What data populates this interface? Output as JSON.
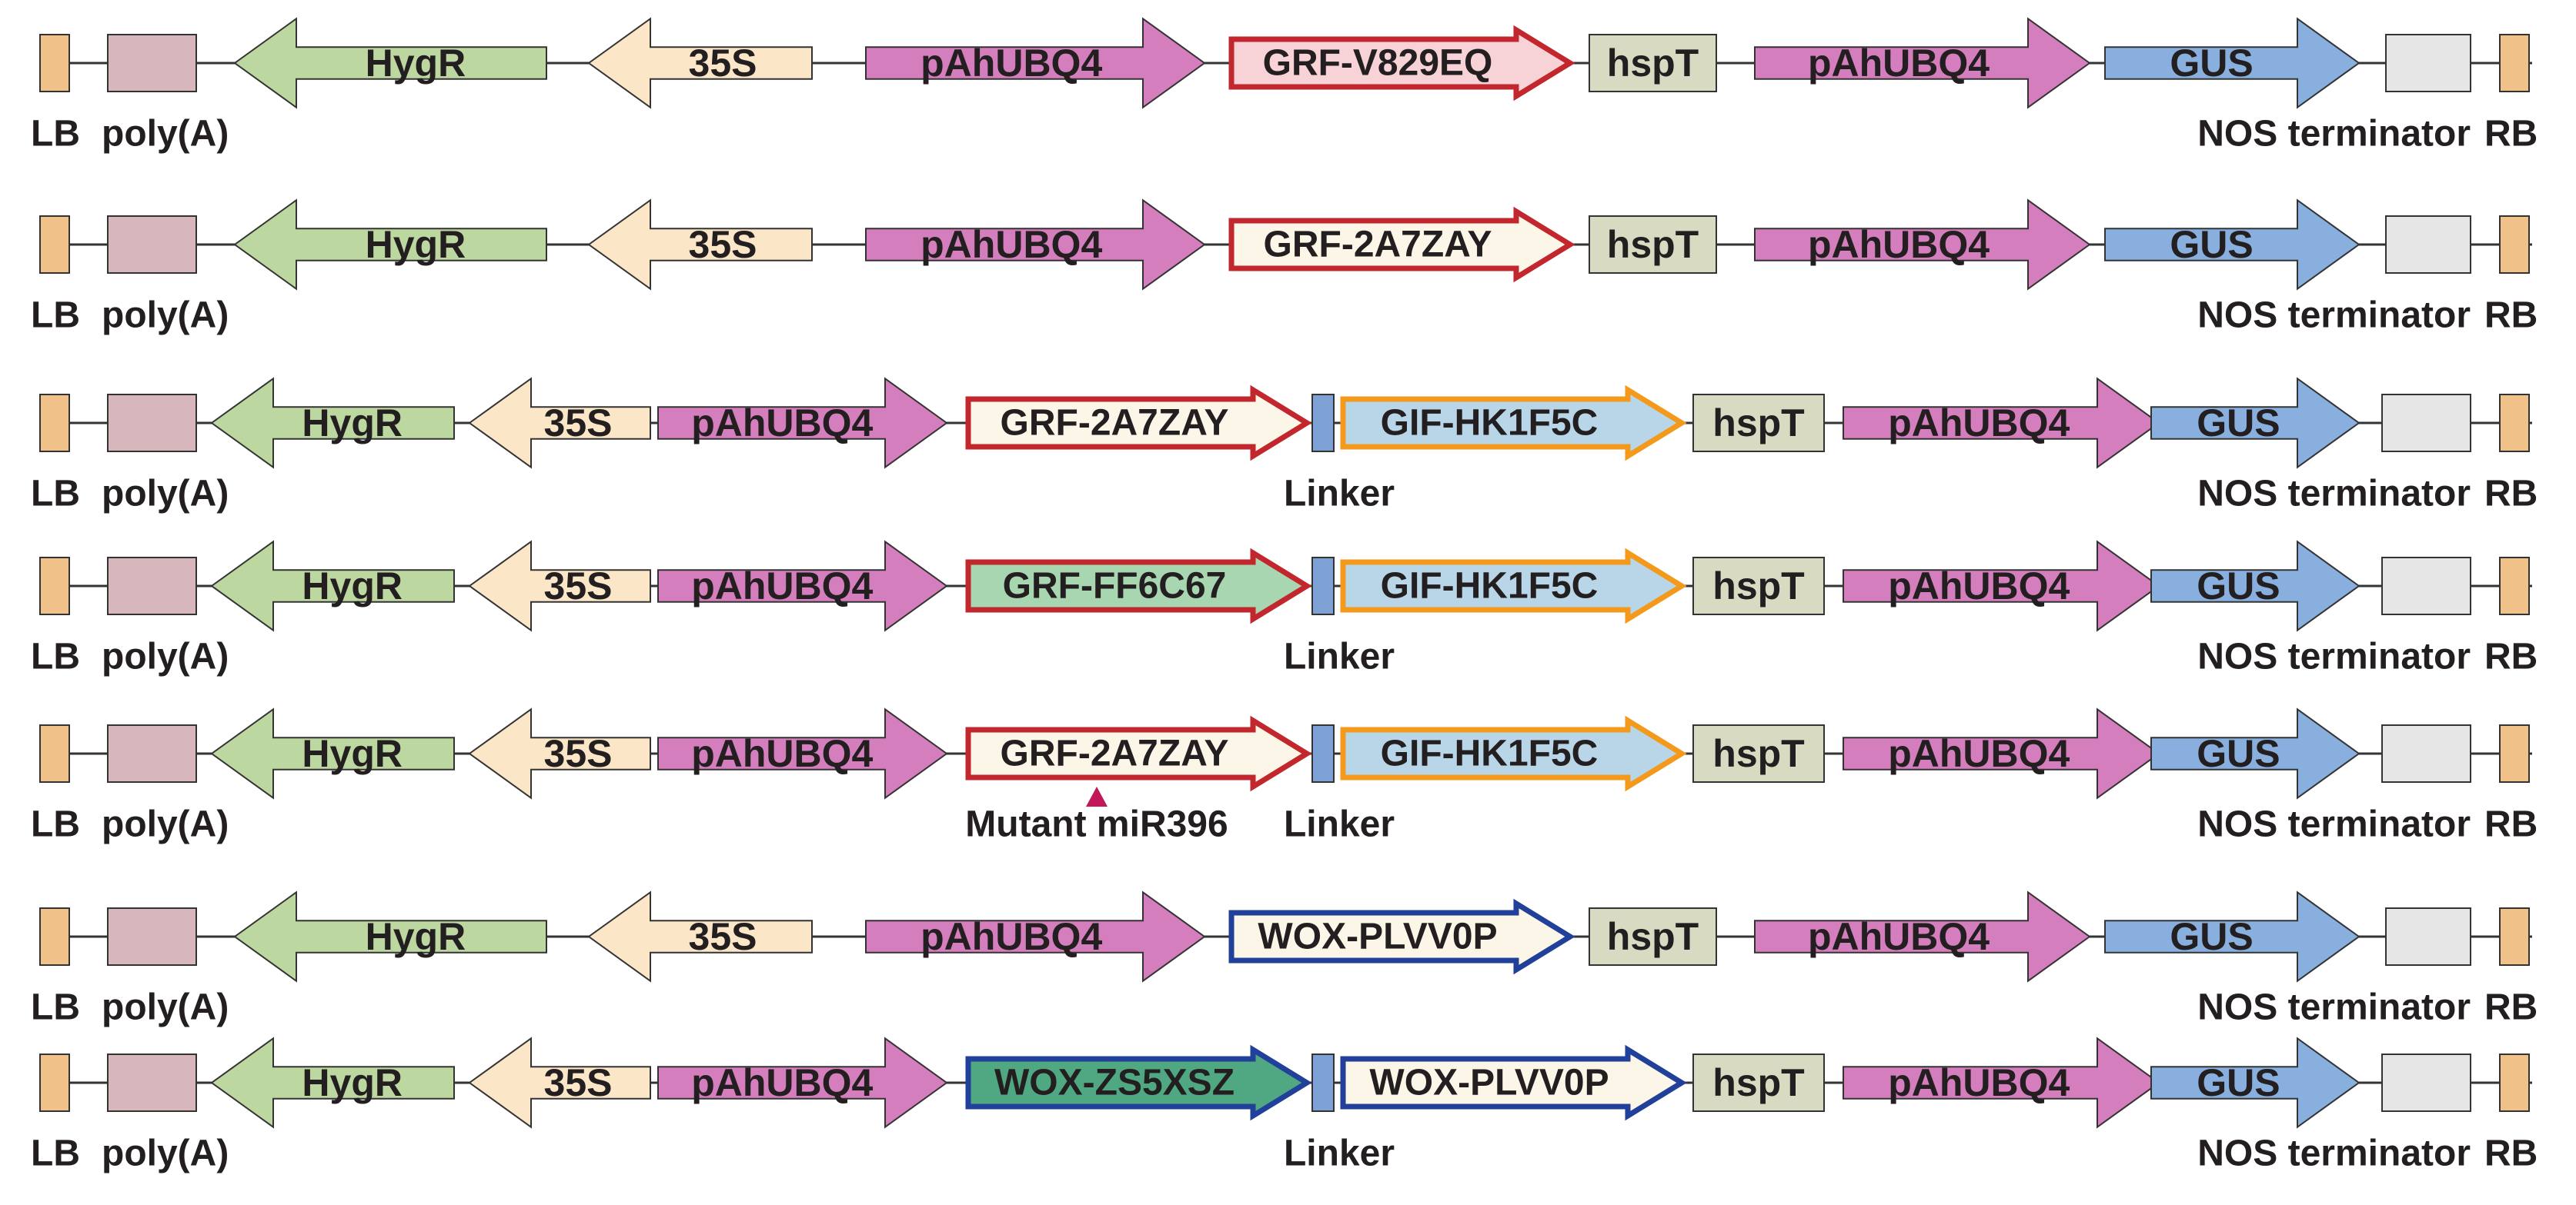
{
  "colors": {
    "border_box": "#c8a06a",
    "lb_rb_fill": "#f0c28a",
    "polya_fill": "#d8b7bc",
    "hygr_fill": "#bcd7a0",
    "p35s_fill": "#fbe6c8",
    "pubq_fill": "#d57ebd",
    "hspt_fill": "#d8dbc2",
    "gus_fill": "#88afdd",
    "nos_fill": "#e6e6e6",
    "linker_fill": "#7ea2d6",
    "cream_fill": "#fbf6e8",
    "grf_green_fill": "#a7d6b1",
    "gif_fill": "#b8d6e8",
    "wox_teal_fill": "#4fa882",
    "red_outline": "#c1272d",
    "orange_outline": "#f39a1d",
    "blue_outline": "#20409a",
    "pink_outline": "#f2a7b4",
    "mutation_marker": "#c2185b"
  },
  "constructs": [
    {
      "id": "c1",
      "hygr": "HygR",
      "p35s": "35S",
      "promoter1": "pAhUBQ4",
      "genes": [
        {
          "label": "GRF-V829EQ",
          "fill_key": "grf_pink_fill",
          "outline_key": "red_outline"
        }
      ],
      "linker": "",
      "mutation_label": "",
      "hspt": "hspT",
      "promoter2": "pAhUBQ4",
      "gus": "GUS",
      "lb": "LB",
      "polya": "poly(A)",
      "nos": "NOS terminator",
      "rb": "RB"
    },
    {
      "id": "c2",
      "hygr": "HygR",
      "p35s": "35S",
      "promoter1": "pAhUBQ4",
      "genes": [
        {
          "label": "GRF-2A7ZAY",
          "fill_key": "cream_fill",
          "outline_key": "red_outline"
        }
      ],
      "linker": "",
      "mutation_label": "",
      "hspt": "hspT",
      "promoter2": "pAhUBQ4",
      "gus": "GUS",
      "lb": "LB",
      "polya": "poly(A)",
      "nos": "NOS terminator",
      "rb": "RB"
    },
    {
      "id": "c3",
      "hygr": "HygR",
      "p35s": "35S",
      "promoter1": "pAhUBQ4",
      "genes": [
        {
          "label": "GRF-2A7ZAY",
          "fill_key": "cream_fill",
          "outline_key": "red_outline"
        },
        {
          "label": "GIF-HK1F5C",
          "fill_key": "gif_fill",
          "outline_key": "orange_outline"
        }
      ],
      "linker": "Linker",
      "mutation_label": "",
      "hspt": "hspT",
      "promoter2": "pAhUBQ4",
      "gus": "GUS",
      "lb": "LB",
      "polya": "poly(A)",
      "nos": "NOS terminator",
      "rb": "RB"
    },
    {
      "id": "c4",
      "hygr": "HygR",
      "p35s": "35S",
      "promoter1": "pAhUBQ4",
      "genes": [
        {
          "label": "GRF-FF6C67",
          "fill_key": "grf_green_fill",
          "outline_key": "red_outline"
        },
        {
          "label": "GIF-HK1F5C",
          "fill_key": "gif_fill",
          "outline_key": "orange_outline"
        }
      ],
      "linker": "Linker",
      "mutation_label": "",
      "hspt": "hspT",
      "promoter2": "pAhUBQ4",
      "gus": "GUS",
      "lb": "LB",
      "polya": "poly(A)",
      "nos": "NOS terminator",
      "rb": "RB"
    },
    {
      "id": "c5",
      "hygr": "HygR",
      "p35s": "35S",
      "promoter1": "pAhUBQ4",
      "genes": [
        {
          "label": "GRF-2A7ZAY",
          "fill_key": "cream_fill",
          "outline_key": "red_outline"
        },
        {
          "label": "GIF-HK1F5C",
          "fill_key": "gif_fill",
          "outline_key": "orange_outline"
        }
      ],
      "linker": "Linker",
      "mutation_label": "Mutant miR396",
      "hspt": "hspT",
      "promoter2": "pAhUBQ4",
      "gus": "GUS",
      "lb": "LB",
      "polya": "poly(A)",
      "nos": "NOS terminator",
      "rb": "RB"
    },
    {
      "id": "c6",
      "hygr": "HygR",
      "p35s": "35S",
      "promoter1": "pAhUBQ4",
      "genes": [
        {
          "label": "WOX-PLVV0P",
          "fill_key": "cream_fill",
          "outline_key": "blue_outline"
        }
      ],
      "linker": "",
      "mutation_label": "",
      "hspt": "hspT",
      "promoter2": "pAhUBQ4",
      "gus": "GUS",
      "lb": "LB",
      "polya": "poly(A)",
      "nos": "NOS terminator",
      "rb": "RB"
    },
    {
      "id": "c7",
      "hygr": "HygR",
      "p35s": "35S",
      "promoter1": "pAhUBQ4",
      "genes": [
        {
          "label": "WOX-ZS5XSZ",
          "fill_key": "wox_teal_fill",
          "outline_key": "blue_outline"
        },
        {
          "label": "WOX-PLVV0P",
          "fill_key": "cream_fill",
          "outline_key": "blue_outline"
        }
      ],
      "linker": "Linker",
      "mutation_label": "",
      "hspt": "hspT",
      "promoter2": "pAhUBQ4",
      "gus": "GUS",
      "lb": "LB",
      "polya": "poly(A)",
      "nos": "NOS terminator",
      "rb": "RB"
    }
  ]
}
